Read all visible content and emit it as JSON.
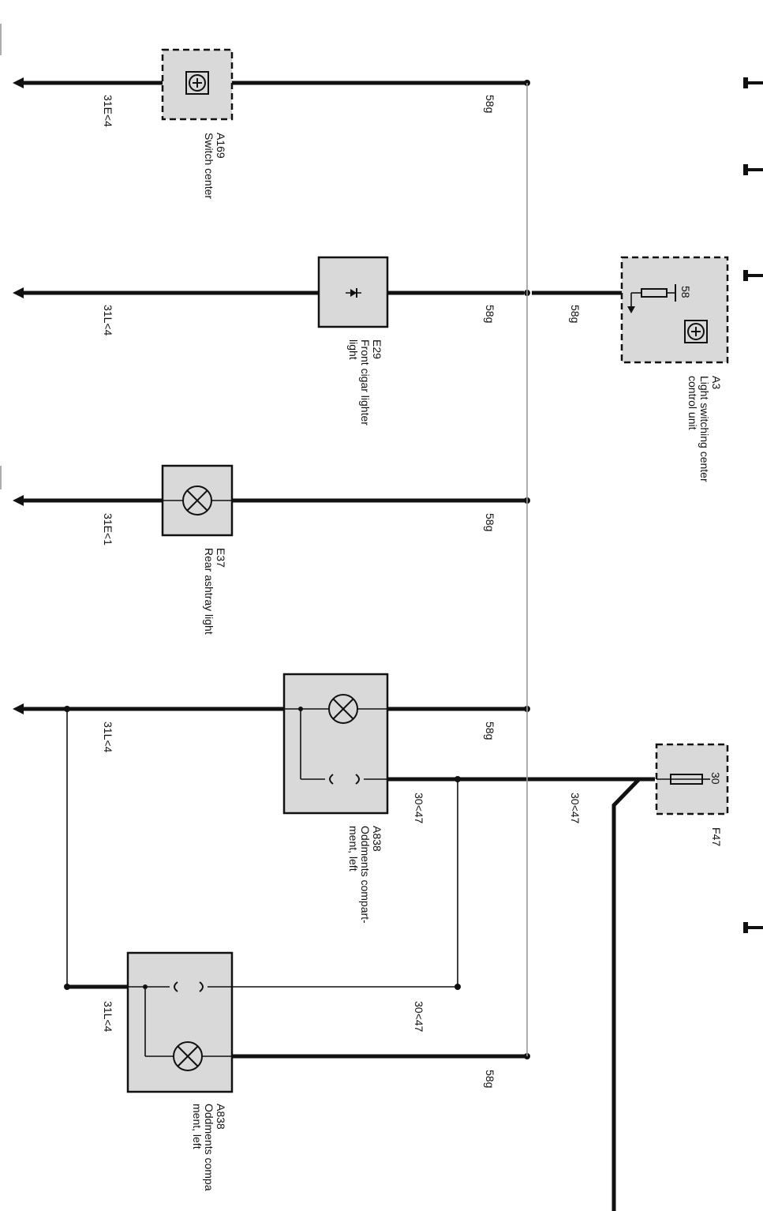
{
  "components": {
    "a169": {
      "code": "A169",
      "name": "Switch center"
    },
    "e29": {
      "code": "E29",
      "name_line1": "Front cigar lighter",
      "name_line2": "light"
    },
    "a3": {
      "code": "A3",
      "name_line1": "Light switching center",
      "name_line2": "control unit"
    },
    "e37": {
      "code": "E37",
      "name": "Rear ashtray light"
    },
    "a838_1": {
      "code": "A838",
      "name_line1": "Oddments compart-",
      "name_line2": "ment, left"
    },
    "a838_2": {
      "code": "A838",
      "name_line1": "Oddments compa",
      "name_line2": "ment, left"
    },
    "f47": {
      "code": "F47"
    }
  },
  "wire_labels": {
    "a169_ground": "31E<4",
    "a169_out": "58g",
    "e29_ground": "31L<4",
    "e29_out": "58g",
    "a3_in": "58g",
    "a3_pin": "58",
    "e37_ground": "31E<1",
    "e37_out": "58g",
    "a838_1_ground": "31L<4",
    "a838_1_out": "58g",
    "a838_1_feed": "30<47",
    "f47_out": "30<47",
    "f47_pin": "30",
    "a838_2_ground": "31L<4",
    "a838_2_feed": "30<47",
    "a838_2_out": "58g"
  },
  "colors": {
    "component_fill": "#d9d9d9",
    "wire": "#111111",
    "bus": "#9a9a9a"
  }
}
